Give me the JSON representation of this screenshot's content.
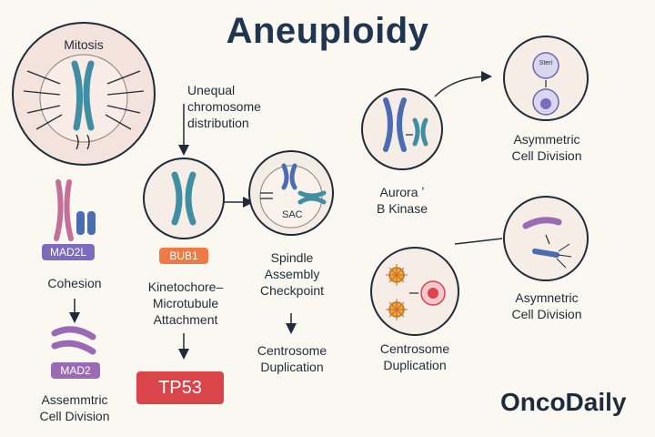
{
  "title": "Aneuploidy",
  "brand": "OncoDaily",
  "labels": {
    "mitosis": "Mitosis",
    "unequal": "Unequal\nchromosome\ndistribution",
    "cohesion": "Cohesion",
    "assym_left": "Assemmtric\nCell Division",
    "kinetochore": "Kinetochore–\nMicrotubule\nAttachment",
    "spindle": "Spindle\nAssembly\nCheckpoint",
    "centro_mid": "Centrosome\nDuplication",
    "aurora": "Aurora ʼ\nB Kinase",
    "asym_top": "Asymmetric\nCell Division",
    "asym_bottom": "Asymnetric\nCell Division",
    "centro_right": "Centrosome\nDuplication",
    "sac": "SAC",
    "steri": "Steri"
  },
  "badges": {
    "mad2l": "MAD2L",
    "mad2": "MAD2",
    "bub1": "BUB1",
    "tp53": "TP53"
  },
  "colors": {
    "title": "#1f3550",
    "mad2l": "#7c6bbf",
    "mad2": "#9a6bb4",
    "bub1": "#ee7a45",
    "tp53": "#d9454b",
    "chromosome_teal": "#3f8ea3",
    "chromosome_pink": "#c56e97",
    "chromosome_blue": "#4a6cb0"
  }
}
